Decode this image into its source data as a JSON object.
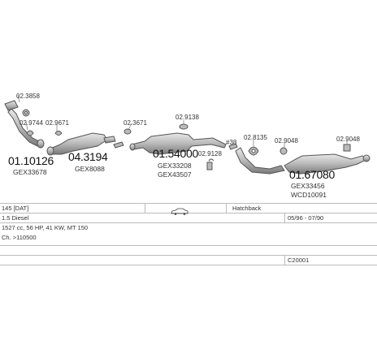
{
  "parts": {
    "p1": {
      "big": "01.10126",
      "code": "GEX33678"
    },
    "p2": {
      "big": "04.3194",
      "code": "GEX8088"
    },
    "p3": {
      "big": "01.54000",
      "code1": "GEX33208",
      "code2": "GEX43507"
    },
    "p4": {
      "big": "01.67080",
      "code1": "GEX33456",
      "code2": "WCD10091"
    }
  },
  "fittings": {
    "f1": "02.3858",
    "f2": "02.9744",
    "f3": "02.9671",
    "f4": "02.3671",
    "f5": "02.9138",
    "f6": "02.9128",
    "f7": "#38",
    "f8": "02.8135",
    "f9": "02.9048",
    "f10": "02.9048"
  },
  "info": {
    "model": "145 [DAT]",
    "body_type": "Hatchback",
    "engine": "1.5 Diesel",
    "date_range": "05/96 - 07/90",
    "spec": "1527 cc, 56 HP, 41 KW, MT 150",
    "chassis": "Ch. >110500",
    "ref": "C20001"
  },
  "colors": {
    "line": "#444444",
    "fill": "#c8c8c8",
    "dark": "#777777"
  }
}
